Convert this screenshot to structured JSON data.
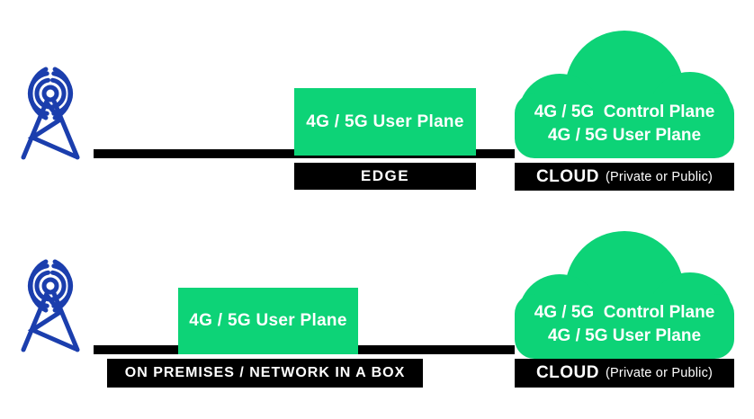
{
  "colors": {
    "green": "#0dd377",
    "blue": "#1b3ead",
    "bar_black": "#000000",
    "text_white": "#ffffff"
  },
  "rows": [
    {
      "name": "edge-deployment",
      "tower_icon": "cell-tower",
      "user_plane_box": {
        "label": "4G / 5G User Plane"
      },
      "location_bar": {
        "label": "EDGE"
      },
      "cloud": {
        "line1": "4G / 5G  Control Plane",
        "line2": "4G / 5G User Plane"
      },
      "cloud_bar": {
        "title": "CLOUD",
        "subtitle": "(Private or Public)"
      }
    },
    {
      "name": "on-premises-deployment",
      "tower_icon": "cell-tower",
      "user_plane_box": {
        "label": "4G / 5G User Plane"
      },
      "location_bar": {
        "label": "ON PREMISES / NETWORK IN A BOX"
      },
      "cloud": {
        "line1": "4G / 5G  Control Plane",
        "line2": "4G / 5G User Plane"
      },
      "cloud_bar": {
        "title": "CLOUD",
        "subtitle": "(Private or Public)"
      }
    }
  ]
}
